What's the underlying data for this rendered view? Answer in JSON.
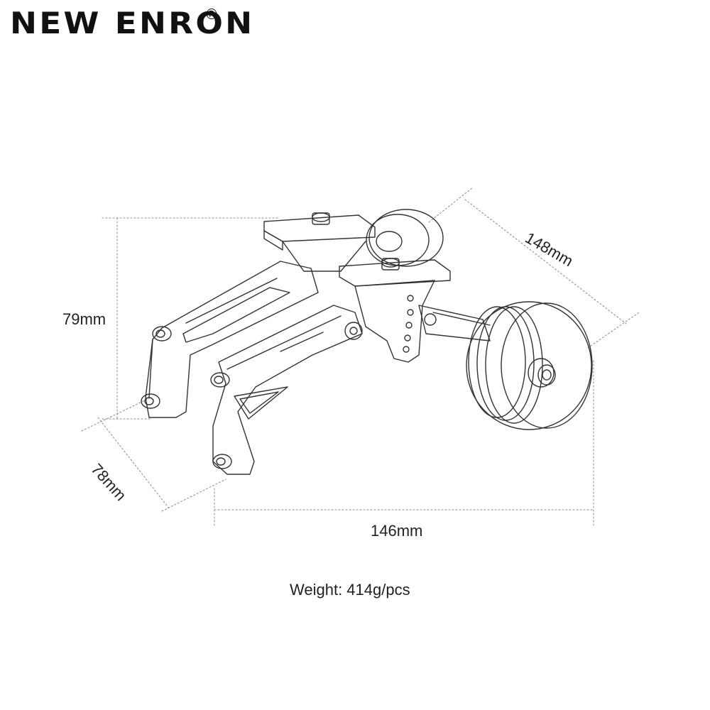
{
  "brand": {
    "name": "NEW ENRON",
    "registered_mark": "®"
  },
  "dimensions": {
    "height": "79mm",
    "depth": "78mm",
    "length": "148mm",
    "width": "146mm"
  },
  "weight_label": "Weight: 414g/pcs"
}
